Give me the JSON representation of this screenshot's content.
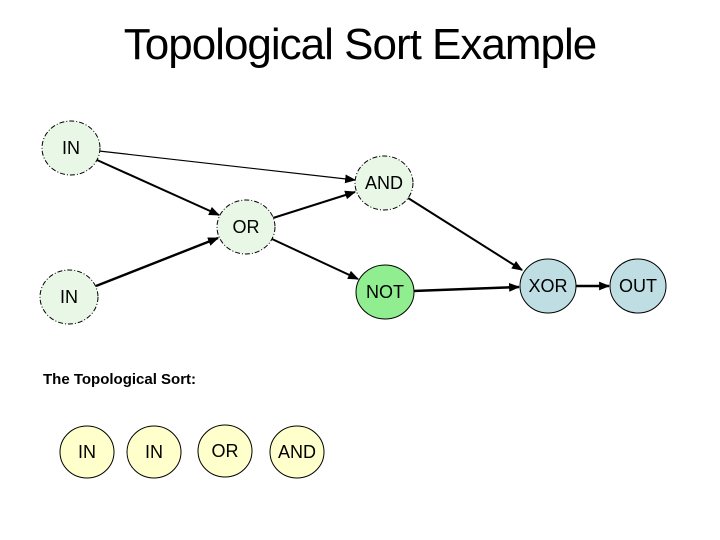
{
  "title": "Topological Sort Example",
  "section_label": "The Topological Sort:",
  "colors": {
    "node_pale_green": "#e8f7e6",
    "node_bright_green": "#90ee90",
    "node_pale_blue": "#bfdee3",
    "node_pale_yellow": "#ffffcc",
    "node_border": "#000000",
    "edge": "#000000",
    "background": "#ffffff",
    "text": "#000000"
  },
  "graph": {
    "nodes": {
      "in_top": {
        "label": "IN"
      },
      "and": {
        "label": "AND"
      },
      "or": {
        "label": "OR"
      },
      "in_bottom": {
        "label": "IN"
      },
      "not": {
        "label": "NOT"
      },
      "xor": {
        "label": "XOR"
      },
      "out": {
        "label": "OUT"
      }
    },
    "edges": [
      {
        "from": "IN (top)",
        "to": "AND"
      },
      {
        "from": "IN (top)",
        "to": "OR"
      },
      {
        "from": "IN (bottom)",
        "to": "OR"
      },
      {
        "from": "OR",
        "to": "AND"
      },
      {
        "from": "OR",
        "to": "NOT"
      },
      {
        "from": "AND",
        "to": "XOR"
      },
      {
        "from": "NOT",
        "to": "XOR"
      },
      {
        "from": "XOR",
        "to": "OUT"
      }
    ]
  },
  "sorted_sequence": [
    "IN",
    "IN",
    "OR",
    "AND"
  ]
}
